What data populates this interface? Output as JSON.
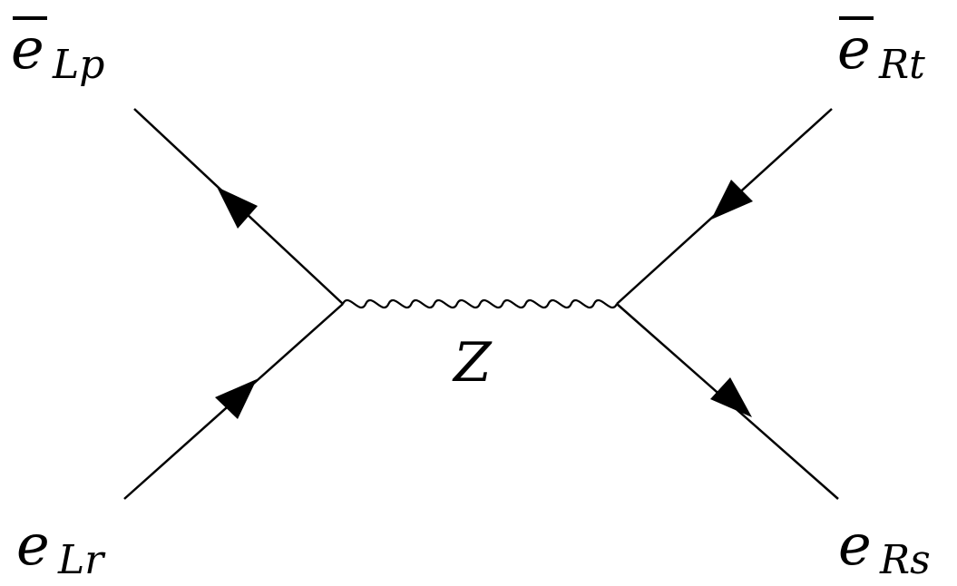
{
  "diagram": {
    "vertices": [
      {
        "id": "left-vertex"
      },
      {
        "id": "right-vertex"
      }
    ],
    "fermion_lines": [
      {
        "id": "line-top-left",
        "particle": "e_bar_Lp",
        "arrow_direction": "outgoing-up-left"
      },
      {
        "id": "line-bottom-left",
        "particle": "e_Lr",
        "arrow_direction": "incoming-up-right"
      },
      {
        "id": "line-top-right",
        "particle": "e_bar_Rt",
        "arrow_direction": "incoming-down-left"
      },
      {
        "id": "line-bottom-right",
        "particle": "e_Rs",
        "arrow_direction": "outgoing-down-right"
      }
    ],
    "propagator": {
      "type": "wavy",
      "label": "Z"
    },
    "labels": {
      "top_left": {
        "main": "e",
        "sub": "Lp",
        "overbar": true
      },
      "top_right": {
        "main": "e",
        "sub": "Rt",
        "overbar": true
      },
      "bottom_left": {
        "main": "e",
        "sub": "Lr",
        "overbar": false
      },
      "bottom_right": {
        "main": "e",
        "sub": "Rs",
        "overbar": false
      }
    }
  }
}
